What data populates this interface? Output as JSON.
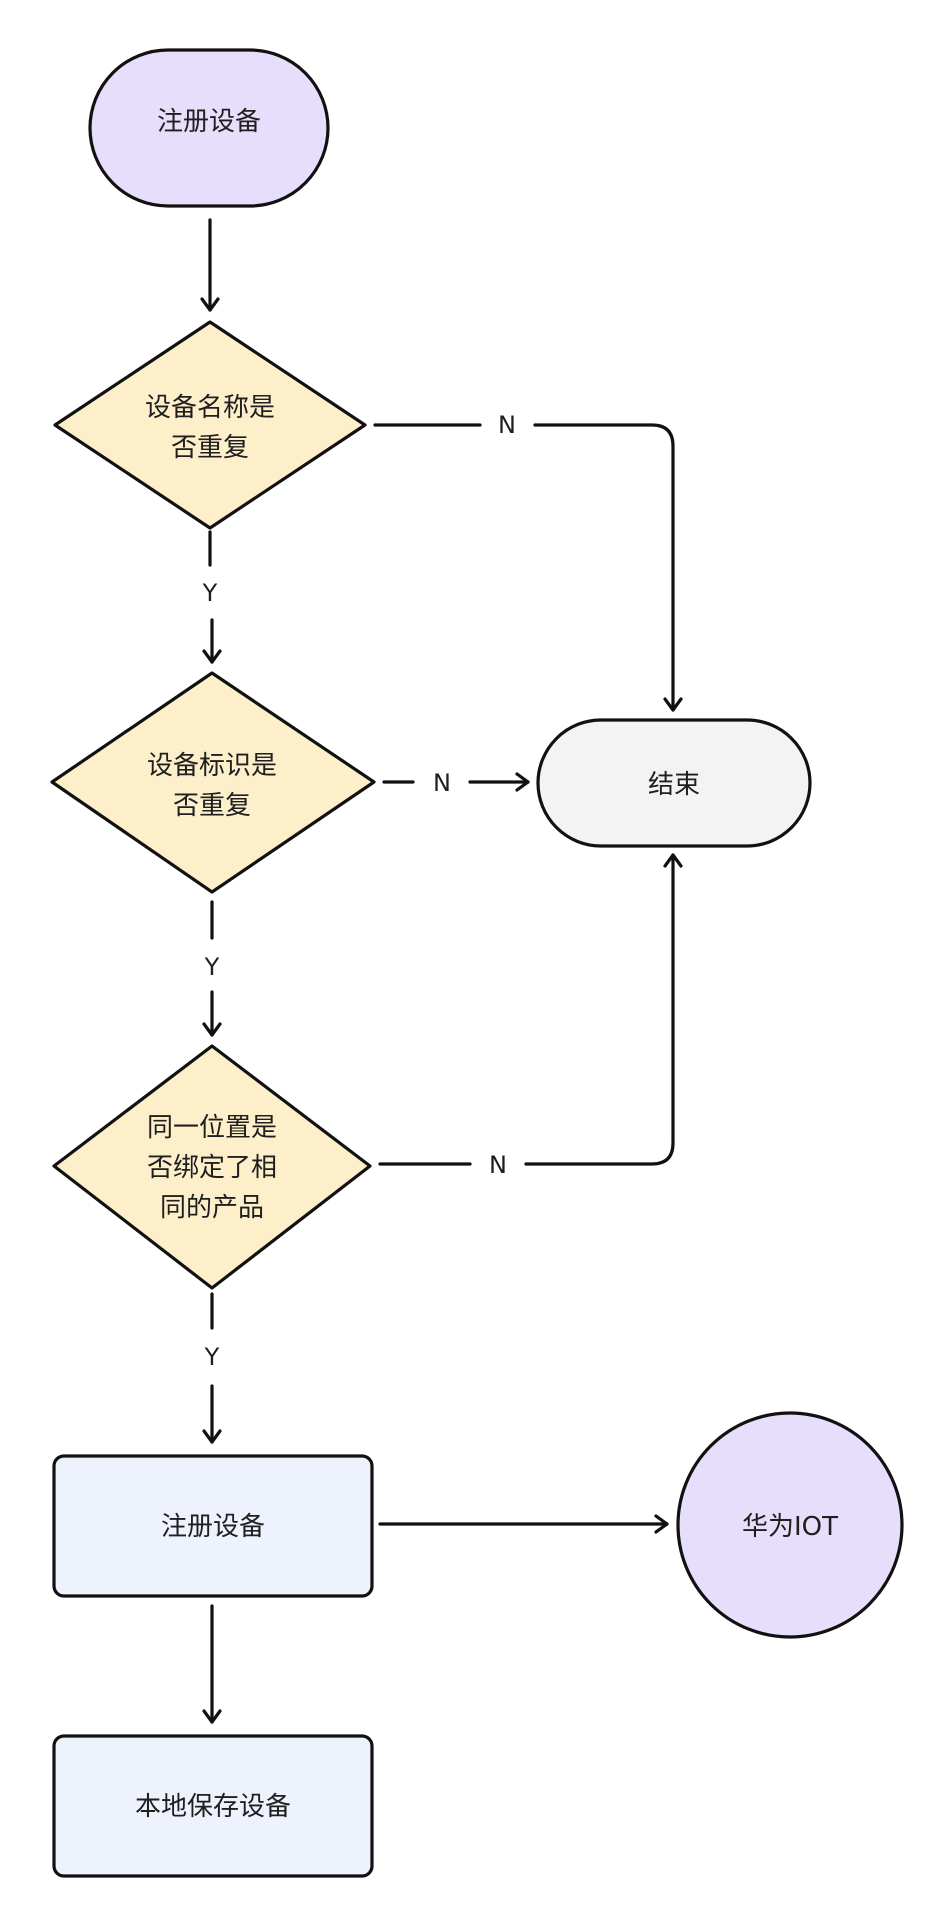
{
  "nodes": {
    "start": {
      "lines": [
        "注册设备"
      ]
    },
    "check_name": {
      "lines": [
        "设备名称是",
        "否重复"
      ]
    },
    "check_id": {
      "lines": [
        "设备标识是",
        "否重复"
      ]
    },
    "check_location": {
      "lines": [
        "同一位置是",
        "否绑定了相",
        "同的产品"
      ]
    },
    "end": {
      "lines": [
        "结束"
      ]
    },
    "register": {
      "lines": [
        "注册设备"
      ]
    },
    "huawei_iot": {
      "lines": [
        "华为IOT"
      ]
    },
    "save_local": {
      "lines": [
        "本地保存设备"
      ]
    }
  },
  "edges": {
    "name_to_end": "N",
    "name_to_id": "Y",
    "id_to_end": "N",
    "id_to_location": "Y",
    "location_to_end": "N",
    "location_to_register": "Y"
  },
  "colors": {
    "stroke": "#111111",
    "terminal_fill": "#e6defa",
    "decision_fill": "#fcefc9",
    "end_fill": "#f3f3f3",
    "process_fill": "#eef2fc",
    "circle_fill": "#e6defa"
  }
}
